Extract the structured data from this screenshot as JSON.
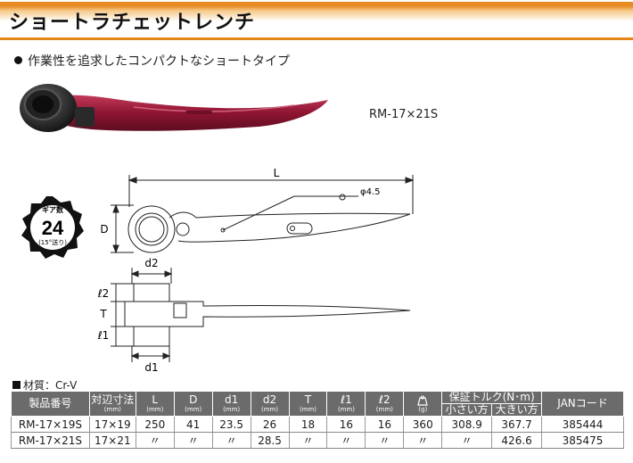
{
  "header": {
    "title": "ショートラチェットレンチ"
  },
  "subtitle": "作業性を追求したコンパクトなショートタイプ",
  "model_label": "RM-17×21S",
  "gear_badge": {
    "line1": "ギア数",
    "number": "24",
    "line3": "(15°送り)"
  },
  "dimension_labels": {
    "L": "L",
    "D": "D",
    "hole": "φ4.5",
    "d2": "d2",
    "d1": "d1",
    "l2": "ℓ2",
    "T": "T",
    "l1": "ℓ1"
  },
  "material": "材質：Cr-V",
  "table": {
    "headers": [
      {
        "label": "製品番号",
        "unit": ""
      },
      {
        "label": "対辺寸法",
        "unit": "(mm)"
      },
      {
        "label": "L",
        "unit": "(mm)"
      },
      {
        "label": "D",
        "unit": "(mm)"
      },
      {
        "label": "d1",
        "unit": "(mm)"
      },
      {
        "label": "d2",
        "unit": "(mm)"
      },
      {
        "label": "T",
        "unit": "(mm)"
      },
      {
        "label": "ℓ1",
        "unit": "(mm)"
      },
      {
        "label": "ℓ2",
        "unit": "(mm)"
      },
      {
        "label": "",
        "unit": "(g)"
      },
      {
        "label": "保証トルク(N･m)",
        "unit": ""
      },
      {
        "label": "JANコード",
        "unit": ""
      }
    ],
    "torque_sub": [
      "小さい方",
      "大きい方"
    ],
    "rows": [
      [
        "RM-17×19S",
        "17×19",
        "250",
        "41",
        "23.5",
        "26",
        "18",
        "16",
        "16",
        "360",
        "308.9",
        "367.7",
        "385444"
      ],
      [
        "RM-17×21S",
        "17×21",
        "〃",
        "〃",
        "〃",
        "28.5",
        "〃",
        "〃",
        "〃",
        "〃",
        "〃",
        "426.6",
        "385475"
      ]
    ]
  },
  "colors": {
    "accent": "#e5841a",
    "wrench": "#9e1b3c",
    "header_bg": "#6b6b6b"
  }
}
